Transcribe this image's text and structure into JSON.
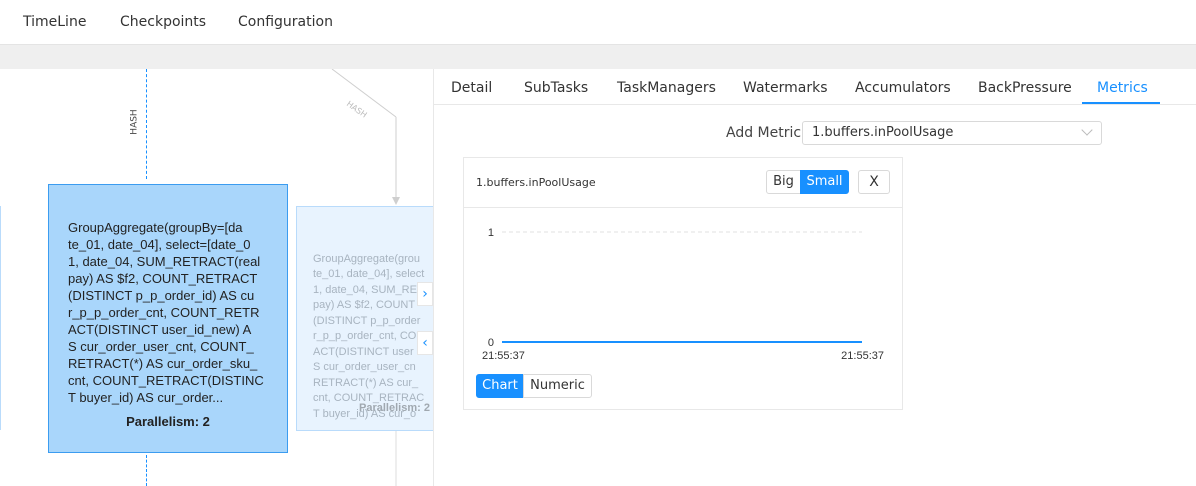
{
  "top_nav": {
    "tabs": [
      "TimeLine",
      "Checkpoints",
      "Configuration"
    ]
  },
  "graph": {
    "edge_labels": [
      "HASH",
      "HASH"
    ],
    "main_node": {
      "text": "GroupAggregate(groupBy=[da\nte_01, date_04], select=[date_0\n1, date_04, SUM_RETRACT(real\npay) AS $f2, COUNT_RETRACT\n(DISTINCT p_p_order_id) AS cu\nr_p_p_order_cnt, COUNT_RETR\nACT(DISTINCT user_id_new) A\nS cur_order_user_cnt, COUNT_\nRETRACT(*) AS cur_order_sku_\ncnt, COUNT_RETRACT(DISTINC\nT buyer_id) AS cur_order...",
      "parallelism": "Parallelism: 2"
    },
    "faded_node": {
      "text": "GroupAggregate(grou\nte_01, date_04], select\n1, date_04, SUM_RETR\npay) AS $f2, COUNT\n(DISTINCT p_p_order\nr_p_p_order_cnt, CO\nACT(DISTINCT user\nS cur_order_user_cn\nRETRACT(*) AS cur_\ncnt, COUNT_RETRAC\nT buyer_id) AS cur_o",
      "parallelism": "Parallelism: 2"
    },
    "arrows": [
      "›",
      "‹"
    ]
  },
  "panel": {
    "tabs": [
      "Detail",
      "SubTasks",
      "TaskManagers",
      "Watermarks",
      "Accumulators",
      "BackPressure",
      "Metrics"
    ],
    "active_tab": "Metrics",
    "add_metric_label": "Add Metric:",
    "add_metric_value": "1.buffers.inPoolUsage",
    "card": {
      "title": "1.buffers.inPoolUsage",
      "big_label": "Big",
      "small_label": "Small",
      "close_label": "X",
      "chart_label": "Chart",
      "numeric_label": "Numeric"
    }
  },
  "chart_data": {
    "type": "line",
    "x": [
      "21:55:37",
      "21:55:37"
    ],
    "series": [
      {
        "values": [
          0,
          0
        ]
      }
    ],
    "ylim": [
      0,
      1
    ],
    "yticks": [
      "1",
      "0"
    ],
    "xticks": [
      "21:55:37",
      "21:55:37"
    ],
    "color": "#1890ff",
    "grid": true
  }
}
